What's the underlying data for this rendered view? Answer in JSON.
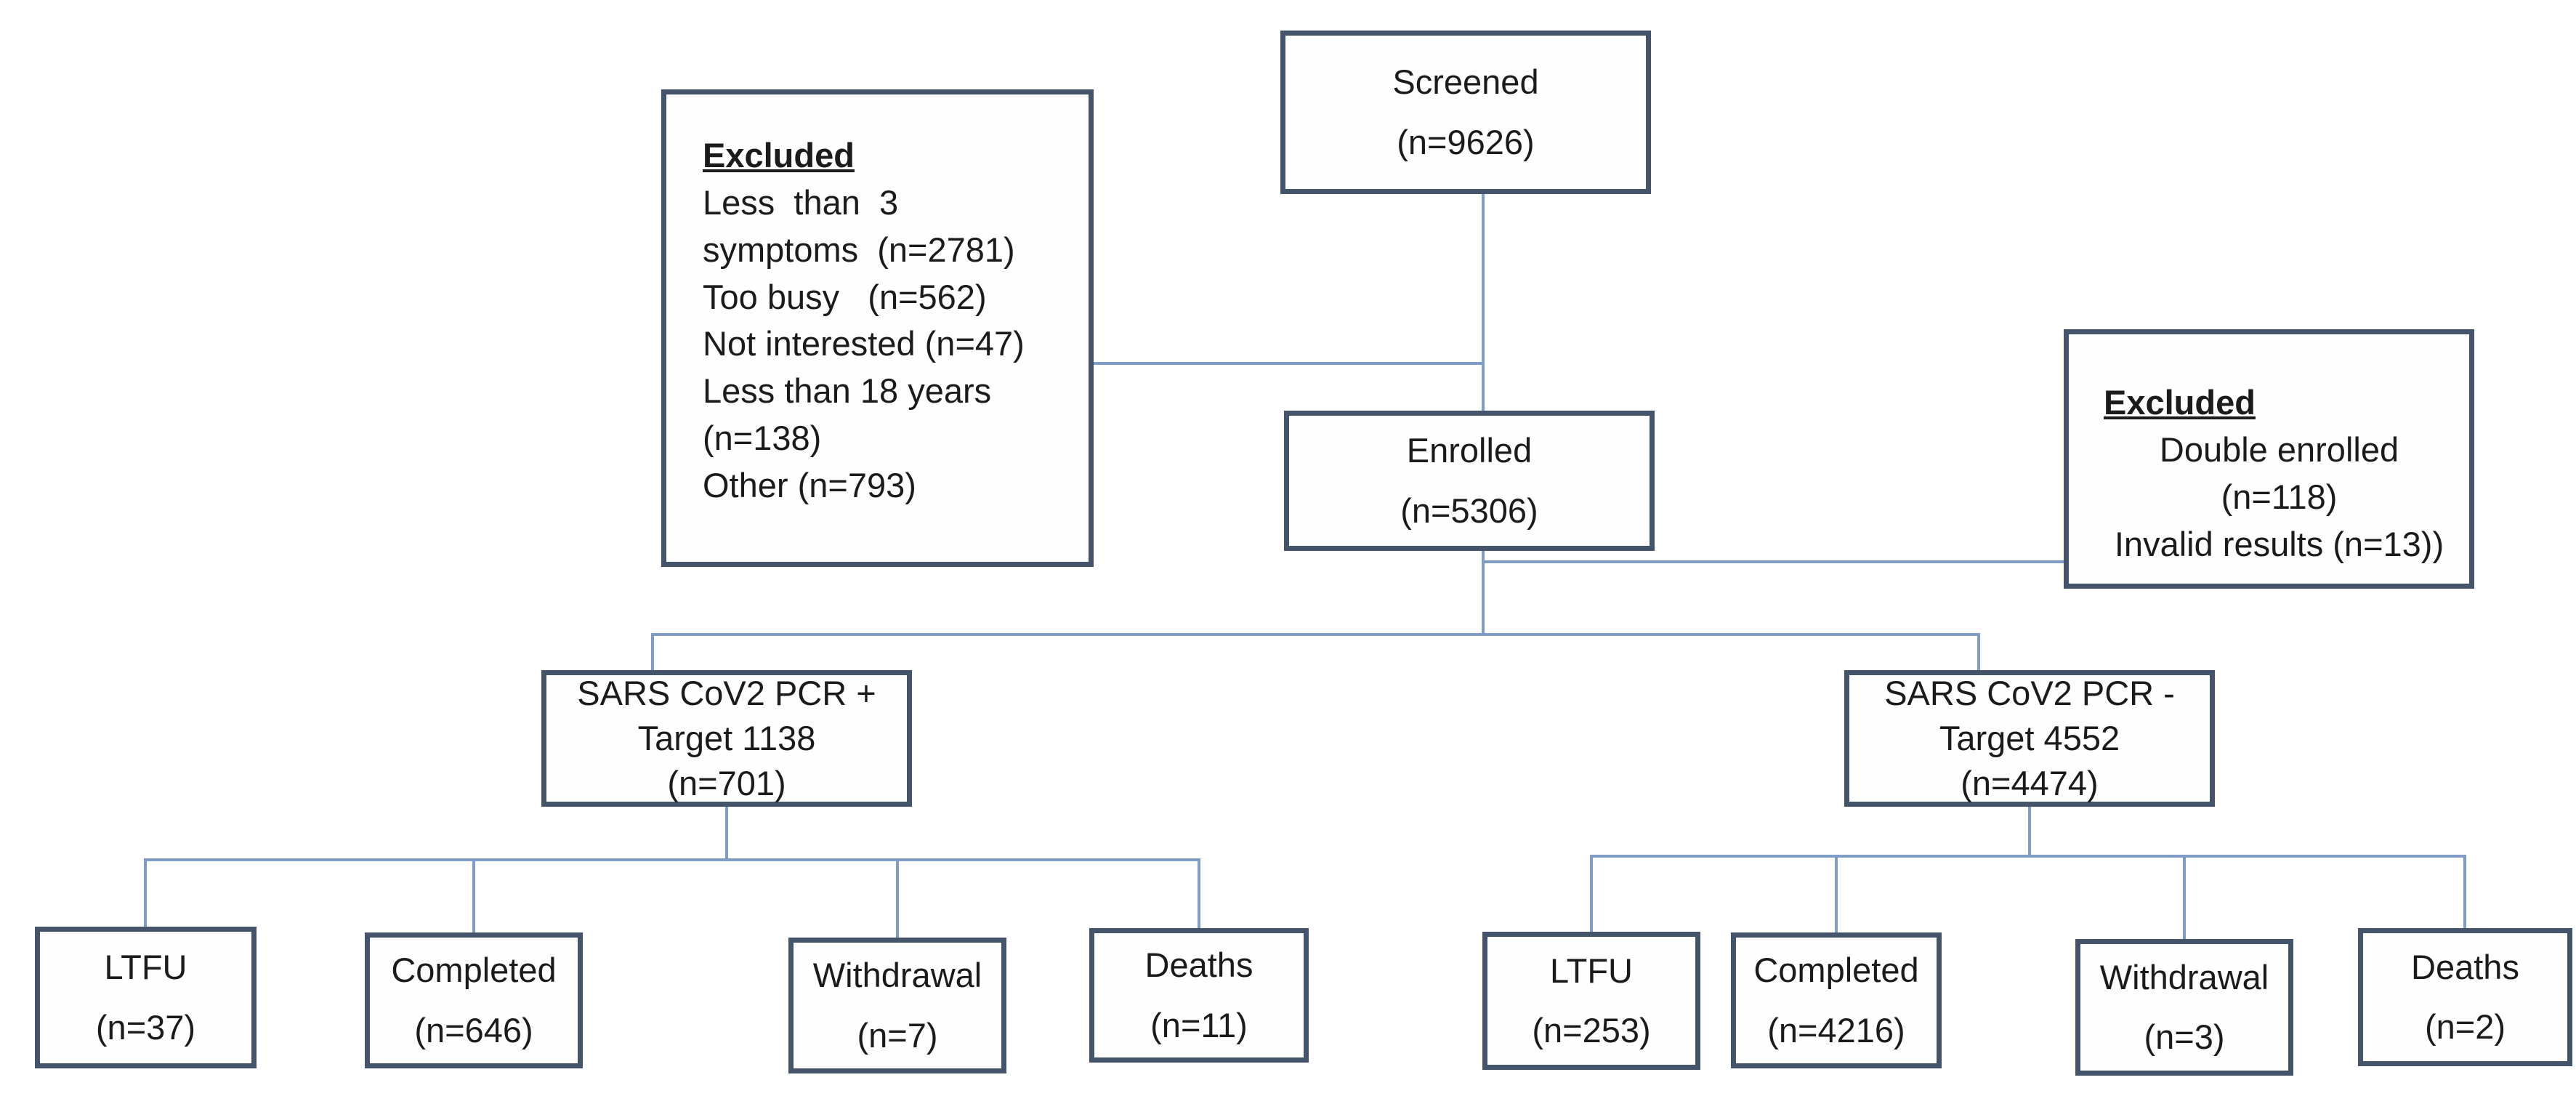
{
  "colors": {
    "background": "#ffffff",
    "box_border": "#44546a",
    "connector": "#7e9cc5",
    "text": "#1b1b1b"
  },
  "nodes": {
    "screened": {
      "lines": [
        "Screened",
        "(n=9626)"
      ]
    },
    "excluded_left": {
      "heading": "Excluded",
      "lines": [
        "Less  than  3",
        "symptoms  (n=2781)",
        "Too busy   (n=562)",
        "Not interested (n=47)",
        "Less than 18 years",
        "(n=138)",
        "Other (n=793)"
      ]
    },
    "enrolled": {
      "lines": [
        "Enrolled",
        "(n=5306)"
      ]
    },
    "excluded_right": {
      "heading": "Excluded",
      "lines": [
        "Double enrolled",
        "(n=118)",
        "Invalid results (n=13))"
      ]
    },
    "pcr_positive": {
      "lines": [
        "SARS CoV2 PCR +",
        "Target 1138",
        "(n=701)"
      ]
    },
    "pcr_negative": {
      "lines": [
        "SARS CoV2 PCR -",
        "Target 4552",
        "(n=4474)"
      ]
    },
    "ltfu_positive": {
      "lines": [
        "LTFU",
        "(n=37)"
      ]
    },
    "completed_positive": {
      "lines": [
        "Completed",
        "(n=646)"
      ]
    },
    "withdrawal_positive": {
      "lines": [
        "Withdrawal",
        "(n=7)"
      ]
    },
    "deaths_positive": {
      "lines": [
        "Deaths",
        "(n=11)"
      ]
    },
    "ltfu_negative": {
      "lines": [
        "LTFU",
        "(n=253)"
      ]
    },
    "completed_negative": {
      "lines": [
        "Completed",
        "(n=4216)"
      ]
    },
    "withdrawal_negative": {
      "lines": [
        "Withdrawal",
        "(n=3)"
      ]
    },
    "deaths_negative": {
      "lines": [
        "Deaths",
        "(n=2)"
      ]
    }
  }
}
